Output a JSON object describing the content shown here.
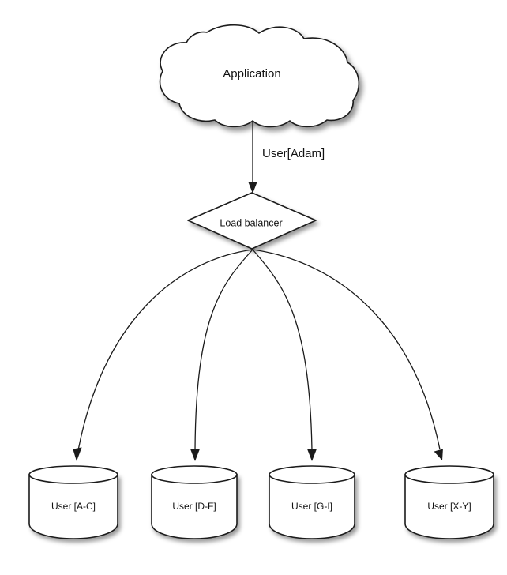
{
  "diagram": {
    "type": "architecture-flow",
    "background_color": "#ffffff",
    "stroke_color": "#1b1b1b",
    "fill_color": "#ffffff",
    "text_color": "#111111",
    "nodes": {
      "application": {
        "label": "Application",
        "shape": "cloud"
      },
      "load_balancer": {
        "label": "Load balancer",
        "shape": "diamond"
      },
      "databases": [
        {
          "label": "User [A-C]",
          "shape": "cylinder"
        },
        {
          "label": "User [D-F]",
          "shape": "cylinder"
        },
        {
          "label": "User [G-I]",
          "shape": "cylinder"
        },
        {
          "label": "User [X-Y]",
          "shape": "cylinder"
        }
      ]
    },
    "edges": {
      "app_to_lb": {
        "label": "User[Adam]",
        "from": "application",
        "to": "load_balancer",
        "arrow": "down"
      },
      "lb_to_db_labels": [
        "",
        "",
        "",
        ""
      ]
    }
  }
}
